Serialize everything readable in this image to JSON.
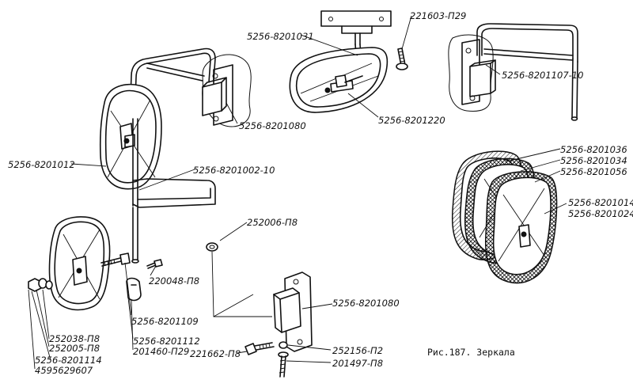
{
  "caption": "Рис.187. Зеркала",
  "labels": {
    "p1": "5256-8201031",
    "p2": "221603-П29",
    "p3": "5256-8201107-10",
    "p4": "5256-8201080",
    "p5": "5256-8201220",
    "p6": "5256-8201012",
    "p7": "5256-8201002-10",
    "p8": "5256-8201036",
    "p9": "5256-8201034",
    "p10": "5256-8201056",
    "p11": "5256-8201014",
    "p12": "5256-8201024",
    "p13": "252006-П8",
    "p14": "220048-П8",
    "p15": "5256-8201080",
    "p16": "5256-8201109",
    "p17": "252038-П8",
    "p18": "252005-П8",
    "p19": "5256-8201114",
    "p20": "4595629607",
    "p21": "5256-8201112",
    "p22": "201460-П29",
    "p23": "221662-П8",
    "p24": "252156-П2",
    "p25": "201497-П8"
  }
}
